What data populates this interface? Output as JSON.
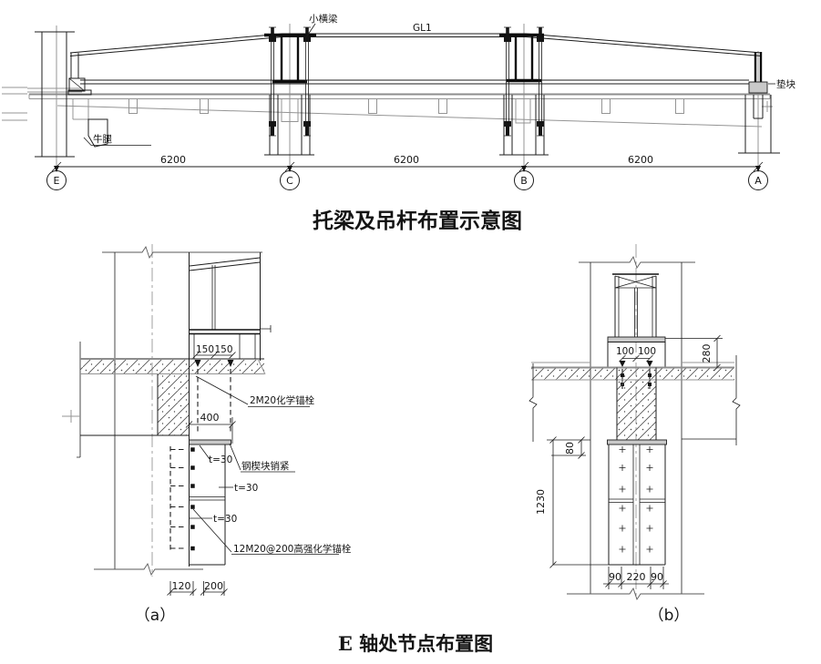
{
  "titles": {
    "elevation": "托梁及吊杆布置示意图",
    "node": "E 轴处节点布置图"
  },
  "elevation": {
    "axis_labels": [
      "E",
      "C",
      "B",
      "A"
    ],
    "span_dims": [
      "6200",
      "6200",
      "6200"
    ],
    "labels": {
      "small_cross_beam": "小横梁",
      "girder": "GL1",
      "pad_block": "垫块",
      "corbel": "牛腿"
    }
  },
  "detail_a": {
    "caption": "（a）",
    "dims": {
      "left_150": "150",
      "right_150": "150",
      "embed_400": "400",
      "plate_t30_1": "t=30",
      "plate_t30_2": "t=30",
      "plate_t30_3": "t=30",
      "bottom_120": "120",
      "bottom_200": "200"
    },
    "notes": {
      "top_anchor": "2M20化学锚栓",
      "wedge": "钢楔块销紧",
      "side_anchor": "12M20@200高强化学锚栓"
    }
  },
  "detail_b": {
    "caption": "（b）",
    "dims": {
      "left_100": "100",
      "right_100": "100",
      "right_280": "280",
      "left_80": "80",
      "left_1230": "1230",
      "bottom_90l": "90",
      "bottom_220": "220",
      "bottom_90r": "90"
    }
  }
}
